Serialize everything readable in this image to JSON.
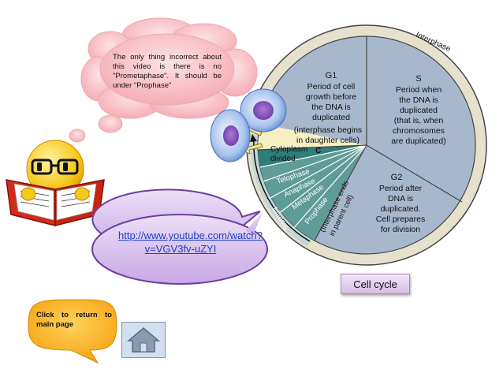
{
  "note": {
    "text": "The only thing incorrect about this video is there is no \"Prometaphase\". It should be under \"Prophase\""
  },
  "link": {
    "text": "http://www.youtube.com/watch?v=VGV3fv-uZYI"
  },
  "diagram": {
    "interphase": "Interphase",
    "mitosis": "Mitosis",
    "g1": {
      "title": "G1",
      "lines": [
        "Period of cell",
        "growth before",
        "the DNA is",
        "duplicated"
      ]
    },
    "interphase_begins": [
      "(interphase begins",
      "in daughter cells)"
    ],
    "s": {
      "title": "S",
      "lines": [
        "Period when",
        "the DNA is",
        "duplicated",
        "(that is, when",
        "chromosomes",
        "are duplicated)"
      ]
    },
    "g2": {
      "title": "G2",
      "lines": [
        "Period after",
        "DNA is",
        "duplicated.",
        "Cell prepares",
        "for division"
      ]
    },
    "cytoplasm": [
      "Cytoplasm",
      "divided"
    ],
    "c_letter": "C",
    "phases": [
      "Telophase",
      "Anaphase",
      "Metaphase",
      "Prophase"
    ],
    "interphase_ends": [
      "(Interphase ends",
      "in parent cell)"
    ]
  },
  "cell_cycle_label": "Cell cycle",
  "return_text": "Click to return to main page",
  "home_icon": "home-icon",
  "colors": {
    "note_cloud": "#f9c3c9",
    "link_bubble": "#d9c2ee",
    "callout": "#fab521",
    "cycle_fill": "#a7b8cd",
    "mitosis_fill": "#2f7d78"
  }
}
